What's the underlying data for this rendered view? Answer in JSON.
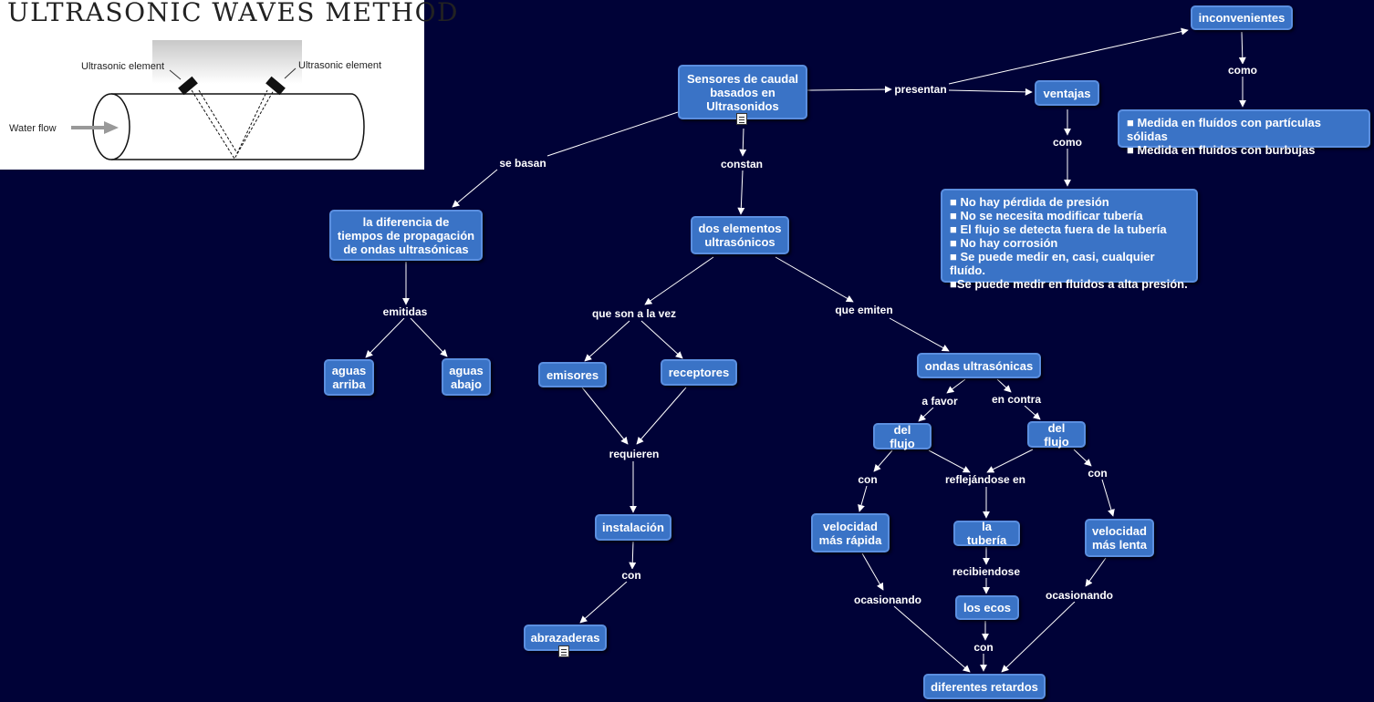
{
  "illustration": {
    "title": "ULTRASONIC WAVES METHOD",
    "label_left_element": "Ultrasonic element",
    "label_right_element": "Ultrasonic element",
    "label_water_flow": "Water flow"
  },
  "nodes": {
    "main": "Sensores de caudal\nbasados en\nUltrasonidos",
    "inconvenientes": "inconvenientes",
    "ventajas": "ventajas",
    "inconv_list": "■ Medida en fluídos con partículas sólidas\n■ Medida en fluidos con burbujas",
    "ventajas_list": "■ No hay pérdida de presión\n■ No se necesita modificar tubería\n■ El flujo se detecta fuera de la tubería\n■ No hay corrosión\n■ Se puede medir en, casi, cualquier fluído.\n■Se puede medir en fluidos a alta presión.",
    "diferencia": "la diferencia de\ntiempos de propagación\nde ondas ultrasónicas",
    "dos_elementos": "dos elementos\nultrasónicos",
    "aguas_arriba": "aguas\narriba",
    "aguas_abajo": "aguas\nabajo",
    "emisores": "emisores",
    "receptores": "receptores",
    "instalacion": "instalación",
    "abrazaderas": "abrazaderas",
    "ondas": "ondas ultrasónicas",
    "del_flujo_1": "del flujo",
    "del_flujo_2": "del flujo",
    "vel_rapida": "velocidad\nmás rápida",
    "vel_lenta": "velocidad\nmás lenta",
    "tuberia": "la tubería",
    "ecos": "los ecos",
    "retardos": "diferentes retardos"
  },
  "links": {
    "presentan": "presentan",
    "como_1": "como",
    "como_2": "como",
    "se_basan": "se basan",
    "constan": "constan",
    "emitidas": "emitidas",
    "que_son": "que son a la vez",
    "que_emiten": "que emiten",
    "requieren": "requieren",
    "con_1": "con",
    "a_favor": "a favor",
    "en_contra": "en contra",
    "con_2": "con",
    "con_3": "con",
    "reflejandose": "reflejándose en",
    "recibiendose": "recibiendose",
    "ocasionando_1": "ocasionando",
    "ocasionando_2": "ocasionando",
    "con_4": "con"
  },
  "colors": {
    "background": "#000237",
    "node_fill": "#3a73c6",
    "node_border": "#5b8fe0",
    "link": "#ffffff"
  },
  "icons": [
    "document-icon"
  ]
}
